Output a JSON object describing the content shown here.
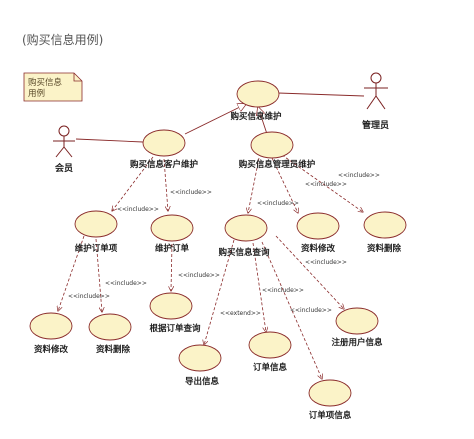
{
  "title": "(购买信息用例)",
  "note": {
    "lines": [
      "购买信息",
      "用例"
    ]
  },
  "actors": [
    {
      "id": "member",
      "label": "会员"
    },
    {
      "id": "admin",
      "label": "管理员"
    }
  ],
  "use_cases": [
    {
      "id": "buy_maint",
      "label": "购买信息维护"
    },
    {
      "id": "cust_maint",
      "label": "购买信息客户维护"
    },
    {
      "id": "mgr_maint",
      "label": "购买信息管理员维护"
    },
    {
      "id": "order_item_maint",
      "label": "维护订单项"
    },
    {
      "id": "order_maint",
      "label": "维护订单"
    },
    {
      "id": "buy_query",
      "label": "购买信息查询"
    },
    {
      "id": "data_edit_r",
      "label": "资料修改"
    },
    {
      "id": "data_del_r",
      "label": "资料删除"
    },
    {
      "id": "data_edit_l",
      "label": "资料修改"
    },
    {
      "id": "data_del_l",
      "label": "资料删除"
    },
    {
      "id": "query_by_order",
      "label": "根据订单查询"
    },
    {
      "id": "export_info",
      "label": "导出信息"
    },
    {
      "id": "order_info",
      "label": "订单信息"
    },
    {
      "id": "reg_user_info",
      "label": "注册用户信息"
    },
    {
      "id": "order_item_info",
      "label": "订单项信息"
    }
  ],
  "stereotypes": {
    "include": "<<include>>",
    "extend": "<<extend>>"
  },
  "colors": {
    "usecase_fill": "#fbf3c8",
    "note_fill": "#fbf3c8",
    "line": "#8a2b2b",
    "actor": "#7a2020"
  }
}
